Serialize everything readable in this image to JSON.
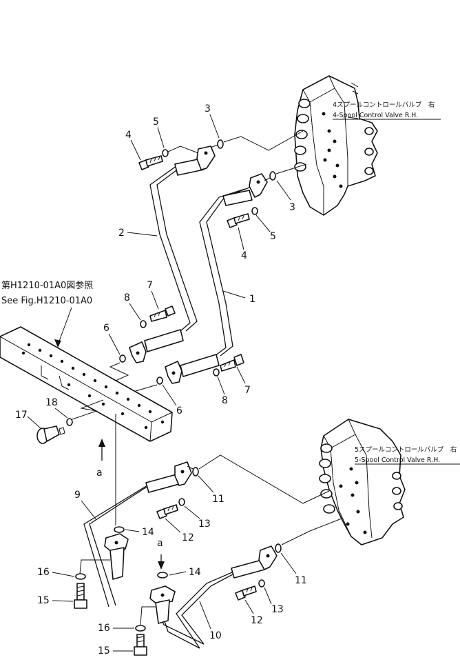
{
  "callouts": {
    "c1": "1",
    "c2": "2",
    "c3a": "3",
    "c3b": "3",
    "c4a": "4",
    "c4b": "4",
    "c5a": "5",
    "c5b": "5",
    "c6a": "6",
    "c6b": "6",
    "c7a": "7",
    "c7b": "7",
    "c8a": "8",
    "c8b": "8",
    "c9": "9",
    "c10": "10",
    "c11a": "11",
    "c11b": "11",
    "c12a": "12",
    "c12b": "12",
    "c13a": "13",
    "c13b": "13",
    "c14a": "14",
    "c14b": "14",
    "c15a": "15",
    "c15b": "15",
    "c16a": "16",
    "c16b": "16",
    "c17": "17",
    "c18": "18"
  },
  "views": {
    "a1": "a",
    "a2": "a"
  },
  "reference": {
    "ja": "第H1210-01A0図参照",
    "en": "See Fig.H1210-01A0"
  },
  "valves": {
    "v4_ja": "4スプールコントロールバルブ　右",
    "v4_en": "4-Spool  Control  Valve  R.H.",
    "v5_ja": "5スプールコントロールバルブ　右",
    "v5_en": "5-Spool  Control  Valve  R.H."
  }
}
